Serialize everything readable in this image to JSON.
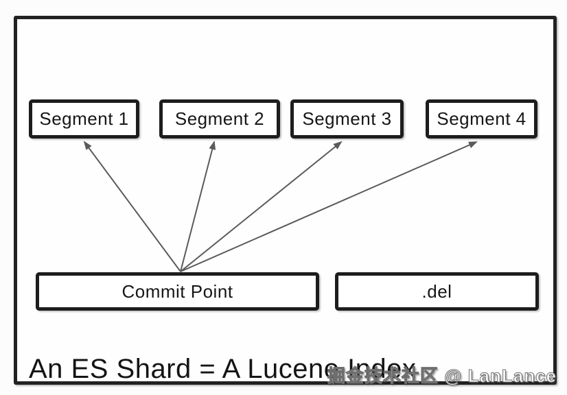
{
  "diagram": {
    "title": "An ES Shard = A Lucene Index",
    "segments": [
      {
        "label": "Segment 1"
      },
      {
        "label": "Segment 2"
      },
      {
        "label": "Segment 3"
      },
      {
        "label": "Segment 4"
      }
    ],
    "commit_point": {
      "label": "Commit Point"
    },
    "del_file": {
      "label": ".del"
    },
    "arrow_count": 4
  },
  "watermark": {
    "text": "掘金技术社区 @ LanLance"
  },
  "colors": {
    "box_border": "#1d1d1d",
    "frame_border": "#222222",
    "arrow": "#5a5a5a",
    "text": "#161616",
    "watermark_fill": "#ffffff",
    "watermark_outline": "#6e6e6e",
    "background": "#fcfcfc"
  }
}
